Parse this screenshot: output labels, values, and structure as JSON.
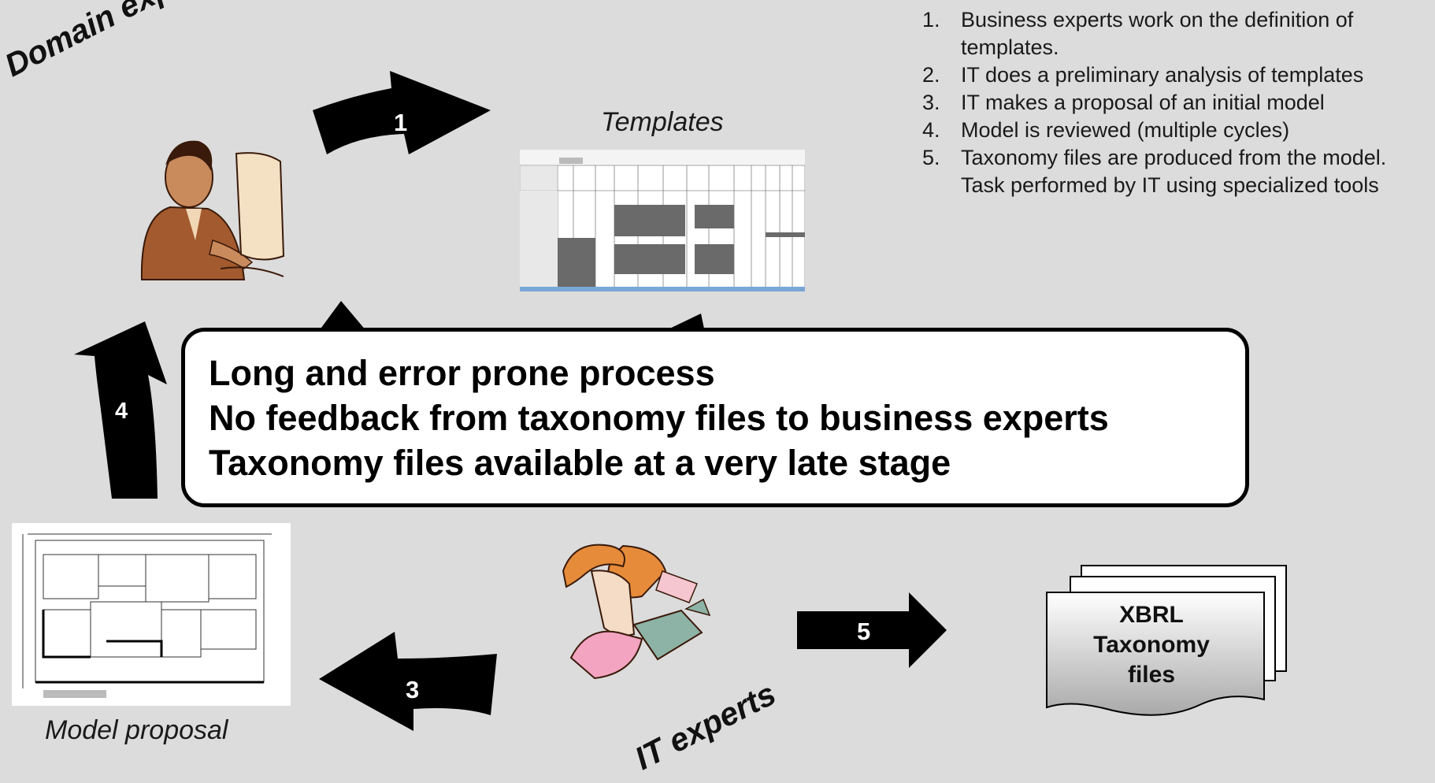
{
  "steps": [
    {
      "num": "1.",
      "text": "Business experts work on the definition of",
      "cont": "templates."
    },
    {
      "num": "2.",
      "text": "IT does a preliminary analysis of templates"
    },
    {
      "num": "3.",
      "text": "IT makes a proposal of an initial model"
    },
    {
      "num": "4.",
      "text": "Model is reviewed (multiple cycles)"
    },
    {
      "num": "5.",
      "text": "Taxonomy files are produced from the model.",
      "cont": "Task performed by IT using specialized tools"
    }
  ],
  "labels": {
    "domain_experts": "Domain experts",
    "it_experts": "IT experts",
    "templates": "Templates",
    "model_proposal": "Model proposal"
  },
  "arrows": {
    "a1": "1",
    "a3": "3",
    "a4": "4",
    "a5": "5"
  },
  "callout": {
    "line1": "Long and error prone process",
    "line2": "No feedback from taxonomy files to business experts",
    "line3": "Taxonomy files available at a very late stage"
  },
  "xbrl": {
    "line1": "XBRL",
    "line2": "Taxonomy",
    "line3": "files"
  }
}
